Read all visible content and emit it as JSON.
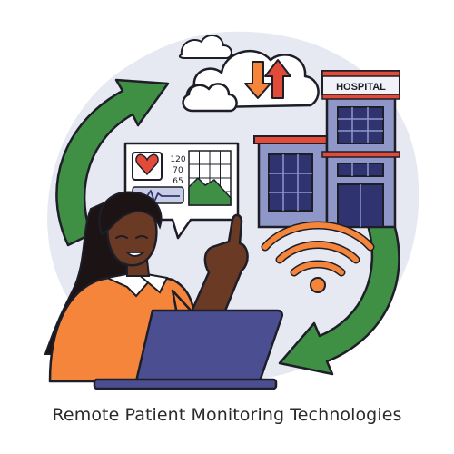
{
  "caption": "Remote Patient Monitoring Technologies",
  "hospital_sign": "HOSPITAL",
  "vitals": {
    "reading_1": "120",
    "reading_2": "70",
    "reading_3": "65"
  },
  "icons": [
    "cloud-icon",
    "upload-arrow-icon",
    "download-arrow-icon",
    "heart-icon",
    "ecg-wave-icon",
    "wifi-signal-icon",
    "hospital-building-icon",
    "laptop-icon",
    "cycle-arrow-icon"
  ],
  "colors": {
    "background_blob": "#e6e9f1",
    "arrow_green": "#3f8f45",
    "orange": "#f4853a",
    "red": "#e24b3a",
    "building_blue": "#8f96c8",
    "window_navy": "#2f3470",
    "skin": "#6b3a24",
    "hair": "#1c1414",
    "laptop": "#4b4f92",
    "outline": "#1e1e28"
  }
}
